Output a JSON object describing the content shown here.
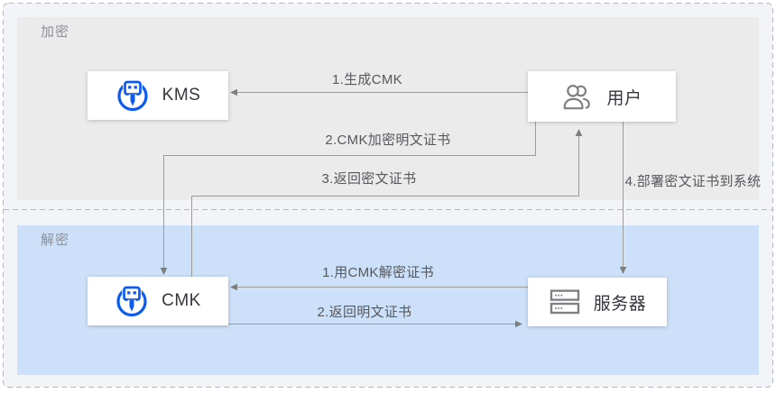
{
  "sections": {
    "encrypt": {
      "label": "加密",
      "background": "#ebebeb"
    },
    "decrypt": {
      "label": "解密",
      "background": "#cce0f9"
    }
  },
  "nodes": {
    "kms": {
      "label": "KMS",
      "icon": "key-circle-icon"
    },
    "user": {
      "label": "用户",
      "icon": "users-icon"
    },
    "cmk": {
      "label": "CMK",
      "icon": "key-circle-icon"
    },
    "server": {
      "label": "服务器",
      "icon": "server-icon"
    }
  },
  "edges": [
    {
      "label": "1.生成CMK",
      "from": "用户",
      "to": "KMS"
    },
    {
      "label": "2.CMK加密明文证书",
      "from": "用户",
      "to": "CMK"
    },
    {
      "label": "3.返回密文证书",
      "from": "CMK",
      "to": "用户"
    },
    {
      "label": "4.部署密文证书到系统",
      "from": "用户",
      "to": "服务器"
    },
    {
      "label": "1.用CMK解密证书",
      "from": "服务器",
      "to": "CMK"
    },
    {
      "label": "2.返回明文证书",
      "from": "CMK",
      "to": "服务器"
    }
  ],
  "colors": {
    "frame_background": "#f2f4f8",
    "dashed_border": "#b2b6be",
    "connector_line": "#9b9b9b",
    "arrowhead": "#7d7d7d",
    "icon_blue": "#0b5bf0",
    "icon_gray": "#7e8184"
  }
}
